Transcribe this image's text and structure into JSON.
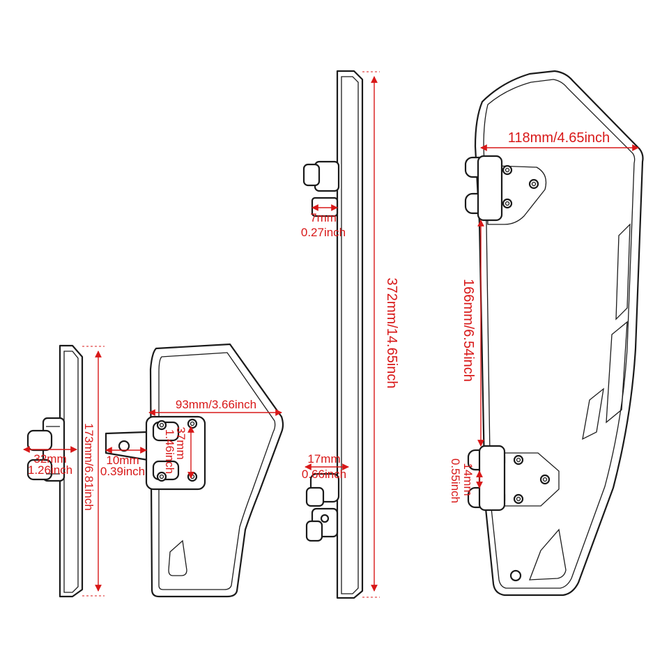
{
  "colors": {
    "dimension": "#d81818",
    "outline": "#1a1a1a",
    "background": "#ffffff"
  },
  "dimensions": {
    "small_side_height": {
      "mm": "173mm/6.81inch"
    },
    "clamp_width": {
      "mm": "32mm",
      "inch": "1.26inch"
    },
    "mount_tab": {
      "mm": "10mm",
      "inch": "0.39inch"
    },
    "small_panel_width": {
      "value": "93mm/3.66inch"
    },
    "small_clamp_spacing": {
      "mm": "37mm",
      "inch": "1.46inch"
    },
    "rail_height": {
      "value": "372mm/14.65inch"
    },
    "rail_top_gap": {
      "mm": "7mm",
      "inch": "0.27inch"
    },
    "rail_bottom_clamp": {
      "mm": "17mm",
      "inch": "0.66inch"
    },
    "large_panel_width": {
      "value": "118mm/4.65inch"
    },
    "large_clamp_spacing": {
      "value": "166mm/6.54inch"
    },
    "large_clamp_width": {
      "mm": "14mm",
      "inch": "0.55inch"
    }
  }
}
